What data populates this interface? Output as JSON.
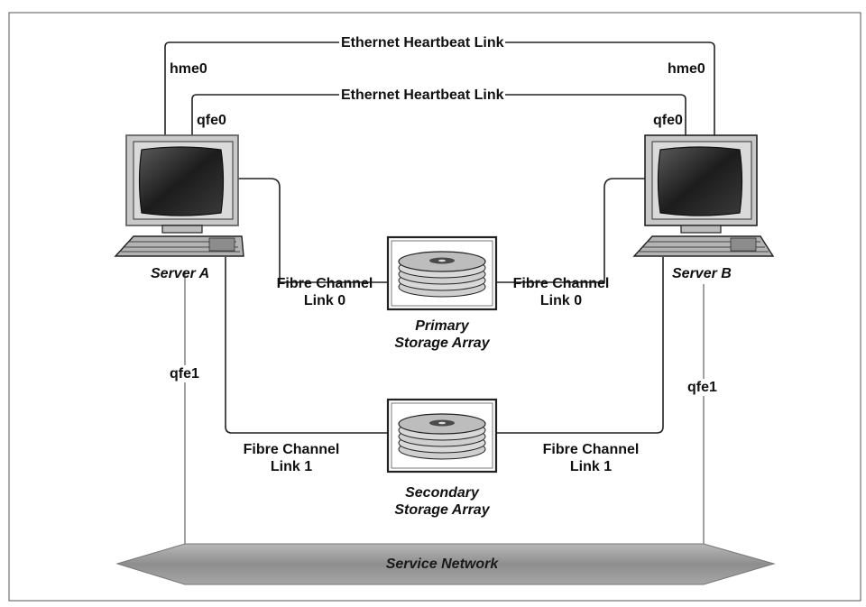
{
  "links": {
    "heartbeat_top": "Ethernet Heartbeat Link",
    "heartbeat_bottom": "Ethernet Heartbeat Link",
    "fc_primary_left": [
      "Fibre Channel",
      "Link 0"
    ],
    "fc_primary_right": [
      "Fibre Channel",
      "Link 0"
    ],
    "fc_secondary_left": [
      "Fibre Channel",
      "Link 1"
    ],
    "fc_secondary_right": [
      "Fibre Channel",
      "Link 1"
    ]
  },
  "interfaces": {
    "a_hme": "hme0",
    "a_qfe0": "qfe0",
    "a_qfe1": "qfe1",
    "b_hme": "hme0",
    "b_qfe0": "qfe0",
    "b_qfe1": "qfe1"
  },
  "nodes": {
    "server_a": "Server A",
    "server_b": "Server B",
    "primary_storage": [
      "Primary",
      "Storage Array"
    ],
    "secondary_storage": [
      "Secondary",
      "Storage Array"
    ],
    "service_network": "Service Network"
  },
  "colors": {
    "line": "#222222",
    "gray_line": "#8a8a8a",
    "network": "#9a9a9a",
    "screen": "#2a2a2a"
  }
}
